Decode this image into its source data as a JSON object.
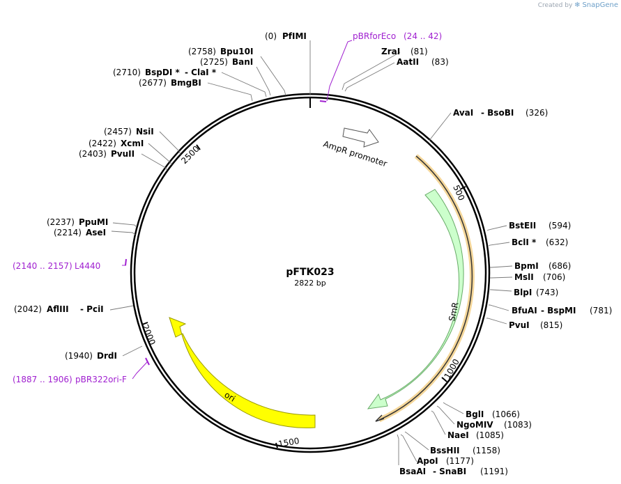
{
  "watermark": {
    "created_by": "Created by",
    "brand": "SnapGene"
  },
  "plasmid": {
    "name": "pFTK023",
    "length_label": "2822 bp"
  },
  "ticks": [
    "500",
    "1000",
    "1500",
    "2000",
    "2500"
  ],
  "features": [
    {
      "name": "AmpR promoter",
      "color": "#ffffff",
      "stroke": "#555555"
    },
    {
      "name": "SmR",
      "color": "#ccffcc",
      "stroke": "#66aa66"
    },
    {
      "name": "ori",
      "color": "#ffff00",
      "stroke": "#999900"
    }
  ],
  "primer_colors": {
    "primer": "#a020d0",
    "highlight": "#f5d79a"
  },
  "sites_left": [
    {
      "pos": "(0)",
      "name": "PfIMI",
      "extra": ""
    },
    {
      "pos": "(2758)",
      "name": "Bpu10I",
      "extra": ""
    },
    {
      "pos": "(2725)",
      "name": "BanI",
      "extra": ""
    },
    {
      "pos": "(2710)",
      "name": "BspDI *",
      "extra": "-  ClaI *"
    },
    {
      "pos": "(2677)",
      "name": "BmgBI",
      "extra": ""
    },
    {
      "pos": "(2457)",
      "name": "NsiI",
      "extra": ""
    },
    {
      "pos": "(2422)",
      "name": "XcmI",
      "extra": ""
    },
    {
      "pos": "(2403)",
      "name": "PvuII",
      "extra": ""
    },
    {
      "pos": "(2237)",
      "name": "PpuMI",
      "extra": ""
    },
    {
      "pos": "(2214)",
      "name": "AseI",
      "extra": ""
    },
    {
      "pos": "(2042)",
      "name": "AflIII",
      "extra": "-  PciI"
    },
    {
      "pos": "(1940)",
      "name": "DrdI",
      "extra": ""
    }
  ],
  "sites_right": [
    {
      "name": "ZraI",
      "pos": "(81)",
      "extra": ""
    },
    {
      "name": "AatII",
      "pos": "(83)",
      "extra": ""
    },
    {
      "name": "AvaI",
      "pos": "(326)",
      "extra": "-  BsoBI"
    },
    {
      "name": "BstEII",
      "pos": "(594)",
      "extra": ""
    },
    {
      "name": "BclI *",
      "pos": "(632)",
      "extra": ""
    },
    {
      "name": "BpmI",
      "pos": "(686)",
      "extra": ""
    },
    {
      "name": "MslI",
      "pos": "(706)",
      "extra": ""
    },
    {
      "name": "BlpI",
      "pos": "(743)",
      "extra": ""
    },
    {
      "name": "BfuAI",
      "pos": "(781)",
      "extra": "-  BspMI"
    },
    {
      "name": "PvuI",
      "pos": "(815)",
      "extra": ""
    },
    {
      "name": "BglI",
      "pos": "(1066)",
      "extra": ""
    },
    {
      "name": "NgoMIV",
      "pos": "(1083)",
      "extra": ""
    },
    {
      "name": "NaeI",
      "pos": "(1085)",
      "extra": ""
    },
    {
      "name": "BssHII",
      "pos": "(1158)",
      "extra": ""
    },
    {
      "name": "ApoI",
      "pos": "(1177)",
      "extra": ""
    },
    {
      "name": "BsaAI",
      "pos": "(1191)",
      "extra": "-  SnaBI"
    }
  ],
  "primers": [
    {
      "name": "pBRforEco",
      "range": "(24 .. 42)"
    },
    {
      "name": "L4440",
      "range": "(2140 .. 2157)"
    },
    {
      "name": "pBR322ori-F",
      "range": "(1887 .. 1906)"
    }
  ]
}
